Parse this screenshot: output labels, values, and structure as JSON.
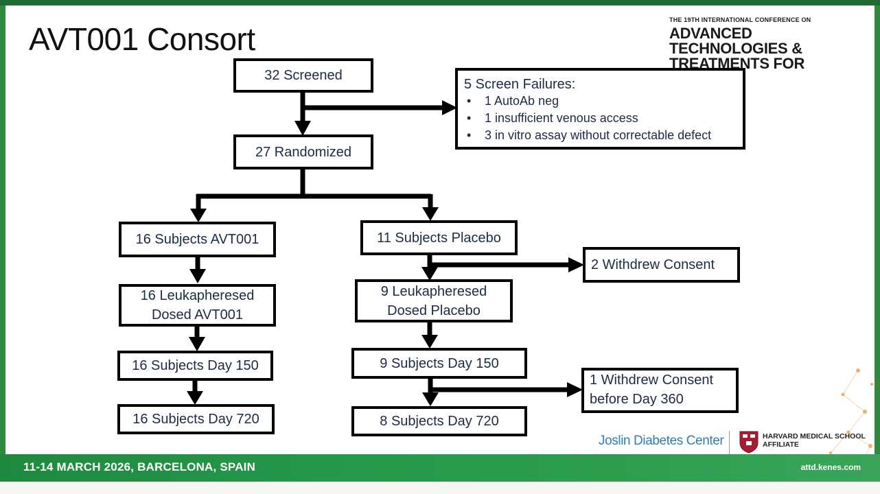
{
  "slide": {
    "title": "AVT001 Consort",
    "conference": {
      "superscript_line": "THE 19TH INTERNATIONAL CONFERENCE ON",
      "name_line1": "ADVANCED TECHNOLOGIES &",
      "name_line2": "TREATMENTS FOR DIABETES"
    },
    "flow": {
      "screened": "32 Screened",
      "randomized": "27 Randomized",
      "screen_failures": {
        "heading": "5 Screen Failures:",
        "items": [
          "1 AutoAb neg",
          "1 insufficient venous access",
          "3 in vitro assay without correctable defect"
        ]
      },
      "avt_arm": {
        "subjects": "16 Subjects AVT001",
        "dosed_line1": "16 Leukapheresed",
        "dosed_line2": "Dosed AVT001",
        "day150": "16 Subjects Day 150",
        "day720": "16 Subjects Day 720"
      },
      "placebo_arm": {
        "subjects": "11 Subjects Placebo",
        "withdrew1": "2 Withdrew Consent",
        "dosed_line1": "9 Leukapheresed",
        "dosed_line2": "Dosed Placebo",
        "day150": "9 Subjects Day 150",
        "withdrew2_line1": "1 Withdrew Consent",
        "withdrew2_line2": "before Day 360",
        "day720": "8 Subjects Day 720"
      }
    },
    "footer": {
      "dates": "11-14 MARCH 2026, BARCELONA, SPAIN",
      "url": "attd.kenes.com",
      "joslin": "Joslin Diabetes Center",
      "hms_line1": "HARVARD MEDICAL SCHOOL",
      "hms_line2": "AFFILIATE"
    },
    "colors": {
      "box_text": "#1c2a47",
      "bar_green": "#26994a",
      "joslin_blue": "#2d7eb8",
      "harvard_crimson": "#a51c30"
    }
  }
}
